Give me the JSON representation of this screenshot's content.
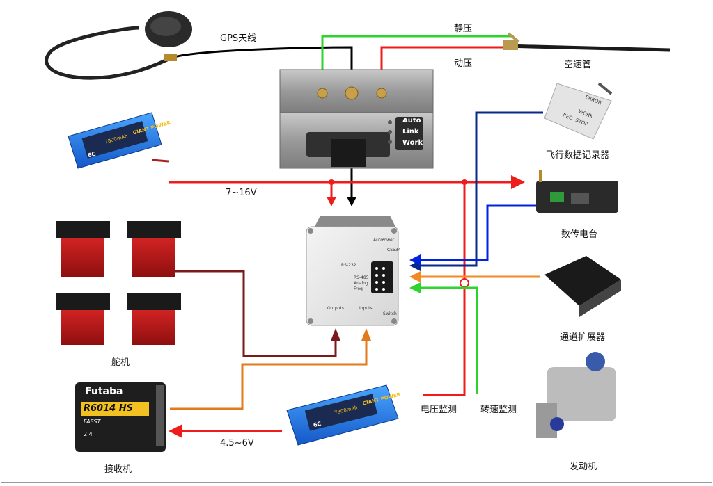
{
  "labels": {
    "gps": "GPS天线",
    "static_pressure": "静压",
    "dynamic_pressure": "动压",
    "pitot": "空速管",
    "recorder": "飞行数据记录器",
    "voltage_in": "7~16V",
    "radio": "数传电台",
    "expander": "通道扩展器",
    "servo": "舵机",
    "receiver": "接收机",
    "voltage_rx": "4.5~6V",
    "voltage_monitor": "电压监测",
    "rpm_monitor": "转速监测",
    "engine": "发动机"
  },
  "device_text": {
    "adc_leds": [
      "Auto",
      "Link",
      "Work"
    ],
    "ap_status": [
      "Auto",
      "Power"
    ],
    "ap_model": "CS534",
    "ap_ports": [
      "RS-232",
      "RS-485",
      "Analog",
      "Freq"
    ],
    "ap_outputs": "Outputs",
    "ap_inputs": "Inputs",
    "ap_switch": "Switch",
    "rx_brand": "Futaba",
    "rx_model": "R6014 HS",
    "rx_tag": "FASST",
    "rx_band": "2.4",
    "recorder_text": [
      "ERROR",
      "WORK",
      "REC",
      "STOP"
    ],
    "battery_brand": "GIANT POWER",
    "battery_capacity": "7800mAh",
    "battery_tag": "6C"
  },
  "colors": {
    "green": "#2fd32f",
    "black": "#000000",
    "red": "#ef1c1c",
    "blue": "#0023e0",
    "navy": "#0a2a8a",
    "orange": "#f08a24",
    "maroon": "#7a1a1a",
    "rust": "#e07a1a"
  }
}
